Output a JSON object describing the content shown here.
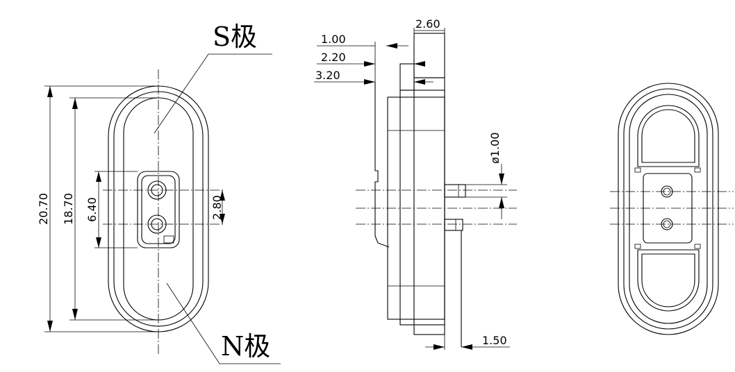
{
  "labels": {
    "s_pole": "S极",
    "n_pole": "N极"
  },
  "front_view_dims": {
    "overall_height": "20.70",
    "inner_height": "18.70",
    "pin_area_height": "6.40",
    "pin_pitch": "2.80"
  },
  "side_view_dims": {
    "d1": "1.00",
    "d2": "2.20",
    "d3": "3.20",
    "top_thickness": "2.60",
    "pin_diameter": "ø1.00",
    "pin_length": "1.50"
  }
}
